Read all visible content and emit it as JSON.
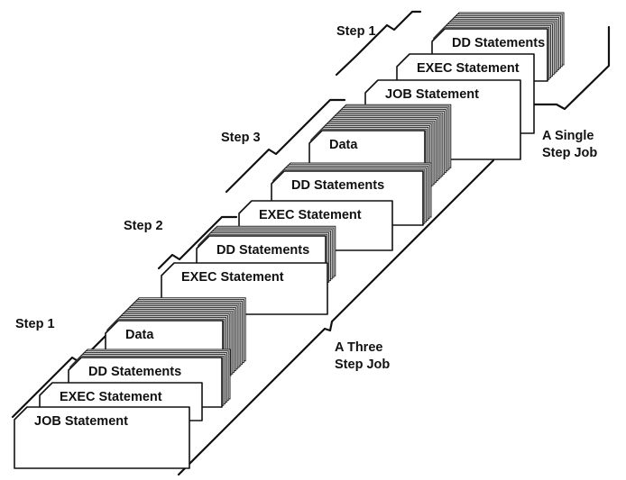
{
  "diagram": {
    "three_step_job": {
      "cards": {
        "job": "JOB Statement",
        "exec_1": "EXEC Statement",
        "dd_1": "DD Statements",
        "data_1": "Data",
        "exec_2": "EXEC Statement",
        "dd_2": "DD Statements",
        "exec_3": "EXEC Statement",
        "dd_3": "DD Statements",
        "data_3": "Data"
      },
      "step_labels": {
        "step_1": "Step 1",
        "step_2": "Step 2",
        "step_3": "Step 3"
      },
      "job_label": [
        "A Three",
        "Step Job"
      ]
    },
    "single_step_job": {
      "cards": {
        "job": "JOB Statement",
        "exec": "EXEC Statement",
        "dd": "DD Statements"
      },
      "step_labels": {
        "step_1": "Step 1"
      },
      "job_label": [
        "A Single",
        "Step Job"
      ]
    }
  }
}
